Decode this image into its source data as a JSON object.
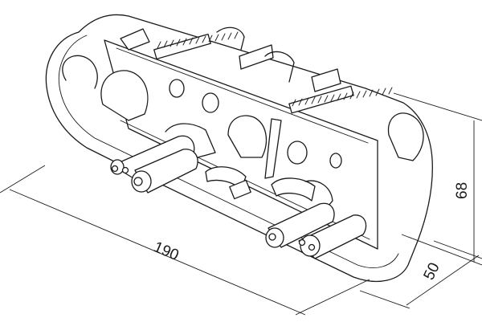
{
  "dimensions": {
    "length": "190",
    "depth": "50",
    "height": "68"
  }
}
